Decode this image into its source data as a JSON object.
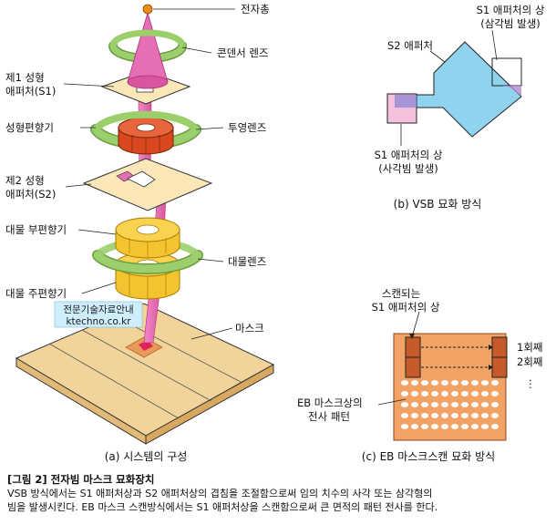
{
  "panel_a": {
    "labels": {
      "electron_gun": "전자총",
      "condenser_lens": "콘덴서 렌즈",
      "shaping_aperture_1_line1": "제1 성형",
      "shaping_aperture_1_line2": "애퍼처(S1)",
      "shaping_deflector": "성형편향기",
      "projection_lens": "투영렌즈",
      "shaping_aperture_2_line1": "제2 성형",
      "shaping_aperture_2_line2": "애퍼처(S2)",
      "objective_sub_deflector": "대물 부편향기",
      "objective_lens": "대물렌즈",
      "objective_main_deflector": "대물 주편향기",
      "mask": "마스크"
    },
    "watermark_line1": "전문기술자료안내",
    "watermark_line2": "ktechno.co.kr",
    "caption": "(a) 시스템의 구성"
  },
  "panel_b": {
    "s1_top_line1": "S1 애퍼처의 상",
    "s1_top_line2": "(삼각빔 발생)",
    "s2_label": "S2 애퍼처",
    "s1_bottom_line1": "S1 애퍼처의 상",
    "s1_bottom_line2": "(사각빔 발생)",
    "caption": "(b) VSB 묘화 방식"
  },
  "panel_c": {
    "scan_line1": "스캔되는",
    "scan_line2": "S1 애퍼처의 상",
    "pass1": "1회째",
    "pass2": "2회째",
    "ellipsis": "⋮",
    "eb_line1": "EB 마스크상의",
    "eb_line2": "전사 패턴",
    "caption": "(c) EB 마스크스캔 묘화 방식"
  },
  "footer": {
    "title": "[그림 2] 전자빔 마스크 묘화장치",
    "line1": "VSB 방식에서는 S1 애퍼처상과 S2 애퍼처상의 겹침을 조절함으로써 임의 치수의 사각 또는 삼각형의",
    "line2": "빔을 발생시킨다. EB 마스크 스캔방식에서는 S1 애퍼처상을 스캔함으로써 큰 면적의 패턴 전사를 한다."
  },
  "colors": {
    "beam": "#e46fb4",
    "lens_green": "#9ccf6b",
    "lens_red": "#d9481f",
    "lens_yellow": "#f4c430",
    "aperture": "#fbe7b8",
    "mask_board": "#f2d49b",
    "vsb_blue": "#8fd3ef",
    "s1_pink": "#f3c1dc",
    "scan_brown": "#c65a2a",
    "pattern_bg": "#f2a265"
  }
}
